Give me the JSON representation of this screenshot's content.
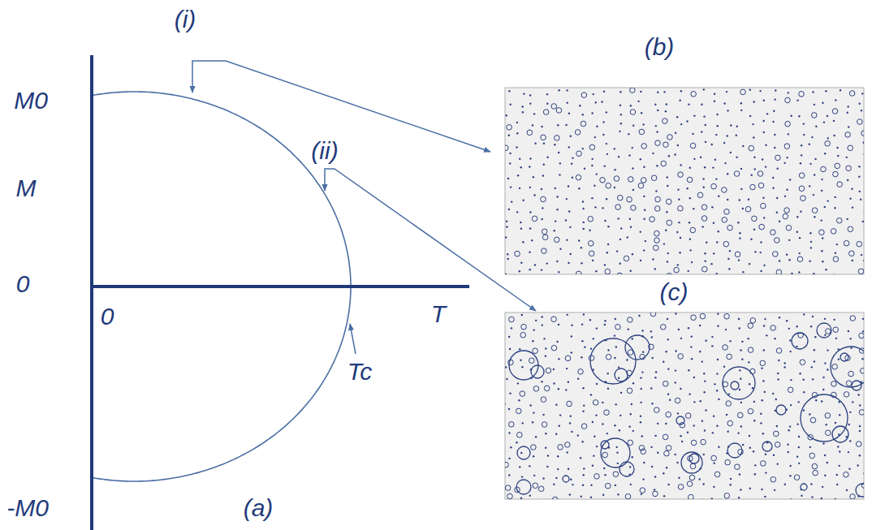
{
  "diagram": {
    "labels": [
      "(i)",
      "(b)",
      "M0",
      "(ii)",
      "M",
      "0",
      "0",
      "T",
      "(c)",
      "Tc",
      "(a)",
      "-M0"
    ]
  }
}
